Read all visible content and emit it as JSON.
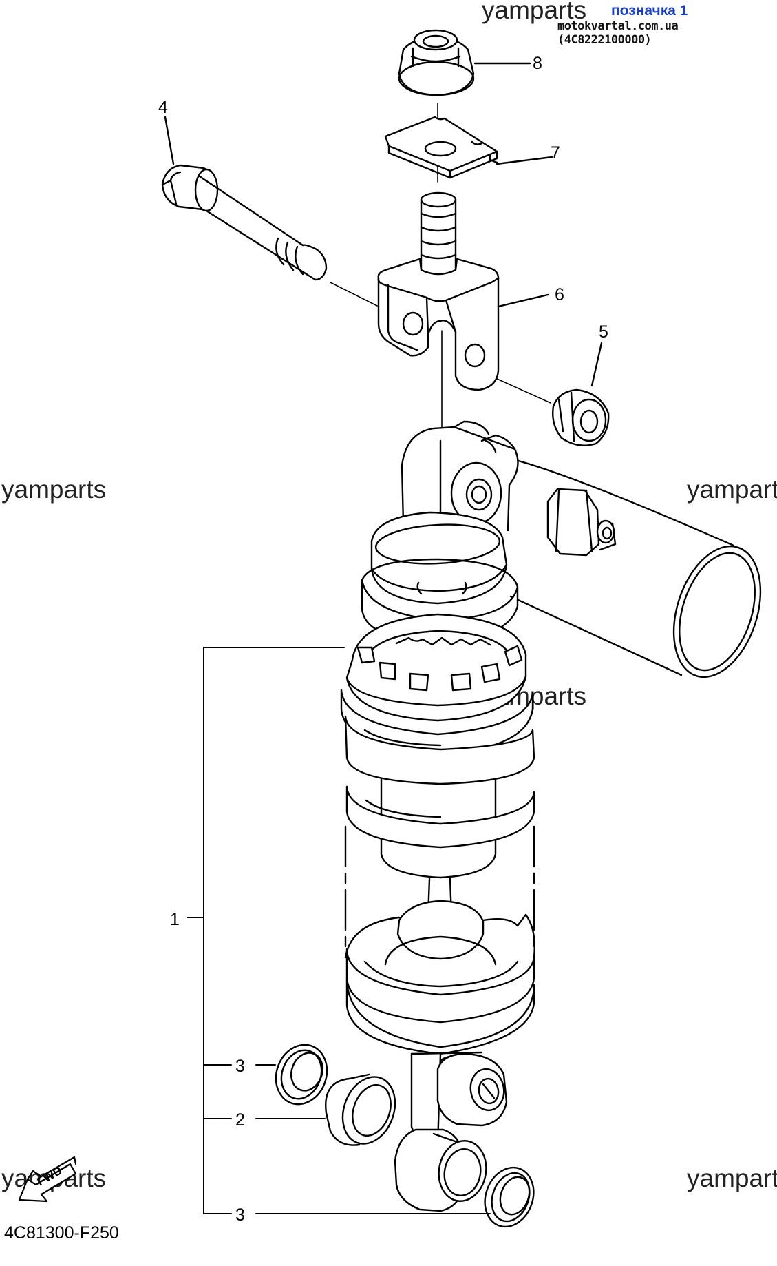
{
  "header": {
    "tag": "позначка 1",
    "site": "motokvartal.com.ua (4C8222100000)"
  },
  "watermark": "yamparts",
  "watermark_cut": "yampart",
  "diagram_code": "4C81300-F250",
  "fwd_label": "FWD",
  "callouts": {
    "c1": "1",
    "c2": "2",
    "c3a": "3",
    "c3b": "3",
    "c4": "4",
    "c5": "5",
    "c6": "6",
    "c7": "7",
    "c8": "8"
  },
  "colors": {
    "line": "#000000",
    "background": "#ffffff",
    "tag": "#1a3fd6"
  }
}
